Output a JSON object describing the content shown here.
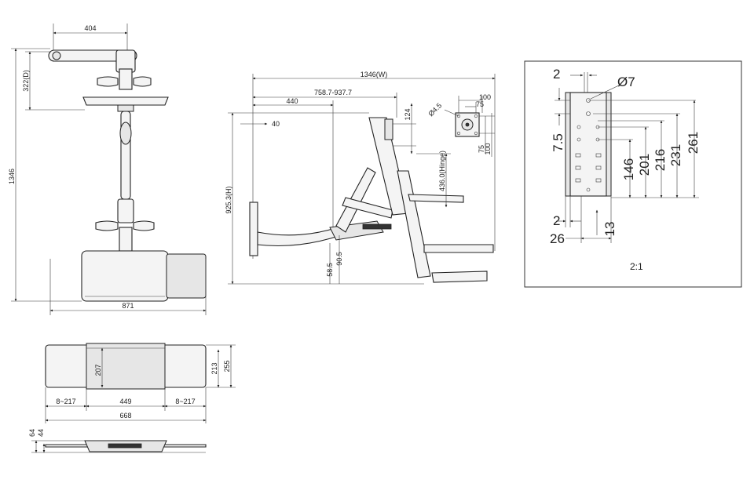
{
  "front_view": {
    "top_width": "404",
    "arm_height": "322(D)",
    "total_height": "1346",
    "total_width": "871"
  },
  "side_view": {
    "total_width": "1346(W)",
    "reach": "758.7-937.7",
    "depth": "440",
    "lip": "40",
    "height": "925.3(H)",
    "hinge": "436.0(Hinge)",
    "small_124": "124",
    "dim_58_5": "58.5",
    "dim_90_5": "90.5"
  },
  "vesa": {
    "hole": "Ø4.5",
    "w100": "100",
    "w75": "75",
    "h75": "75",
    "h100": "100"
  },
  "top_view": {
    "inner_depth": "207",
    "depth_213": "213",
    "depth_255": "255",
    "left_ext": "8~217",
    "center_w": "449",
    "right_ext": "8~217",
    "total_w": "668"
  },
  "low_view": {
    "h64": "64",
    "h44": "44"
  },
  "detail": {
    "d2_top": "2",
    "phi": "Ø7",
    "d7_5": "7.5",
    "d146": "146",
    "d201": "201",
    "d216": "216",
    "d231": "231",
    "d261": "261",
    "d2_bot": "2",
    "d13": "13",
    "d26": "26",
    "scale": "2:1"
  }
}
